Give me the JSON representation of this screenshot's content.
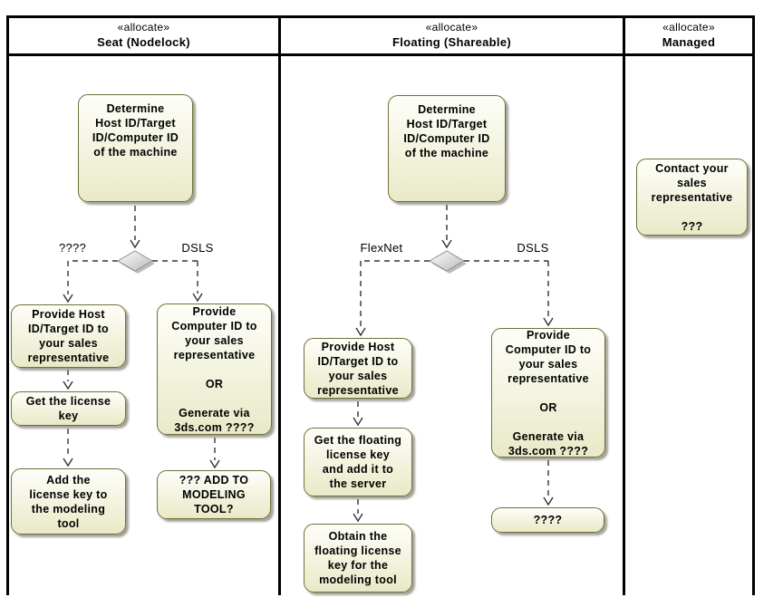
{
  "diagram": {
    "lanes": [
      {
        "stereotype": "«allocate»",
        "title": "Seat (Nodelock)"
      },
      {
        "stereotype": "«allocate»",
        "title": "Floating (Shareable)"
      },
      {
        "stereotype": "«allocate»",
        "title": "Managed"
      }
    ],
    "nodes": {
      "seat_determine": "Determine\nHost ID/Target\nID/Computer ID\nof the machine",
      "seat_provide_host": "Provide Host\nID/Target ID to\nyour sales\nrepresentative",
      "seat_get_license": "Get the license\nkey",
      "seat_add_license": "Add the\nlicense key to\nthe modeling\ntool",
      "seat_provide_computer": "Provide\nComputer ID to\nyour sales\nrepresentative\n\nOR\n\nGenerate via\n3ds.com ????",
      "seat_add_to_tool": "??? ADD TO\nMODELING\nTOOL?",
      "floating_determine": "Determine\nHost ID/Target\nID/Computer ID\nof the machine",
      "floating_provide_host": "Provide Host\nID/Target ID to\nyour sales\nrepresentative",
      "floating_get_key": "Get the floating\nlicense key\nand add it to\nthe server",
      "floating_obtain_key": "Obtain the\nfloating license\nkey for the\nmodeling tool",
      "floating_provide_computer": "Provide\nComputer ID to\nyour sales\nrepresentative\n\nOR\n\nGenerate via\n3ds.com ????",
      "floating_unknown": "????",
      "managed_contact": "Contact your\nsales\nrepresentative\n\n???"
    },
    "edge_labels": {
      "seat_left": "????",
      "seat_right": "DSLS",
      "floating_left": "FlexNet",
      "floating_right": "DSLS"
    },
    "colors": {
      "node_fill_top": "#fefef9",
      "node_fill_bottom": "#e9e9c8",
      "node_border": "#6f6f3a",
      "frame_border": "#000000",
      "connector": "#333333",
      "diamond_fill": "#d9d9d9"
    }
  }
}
